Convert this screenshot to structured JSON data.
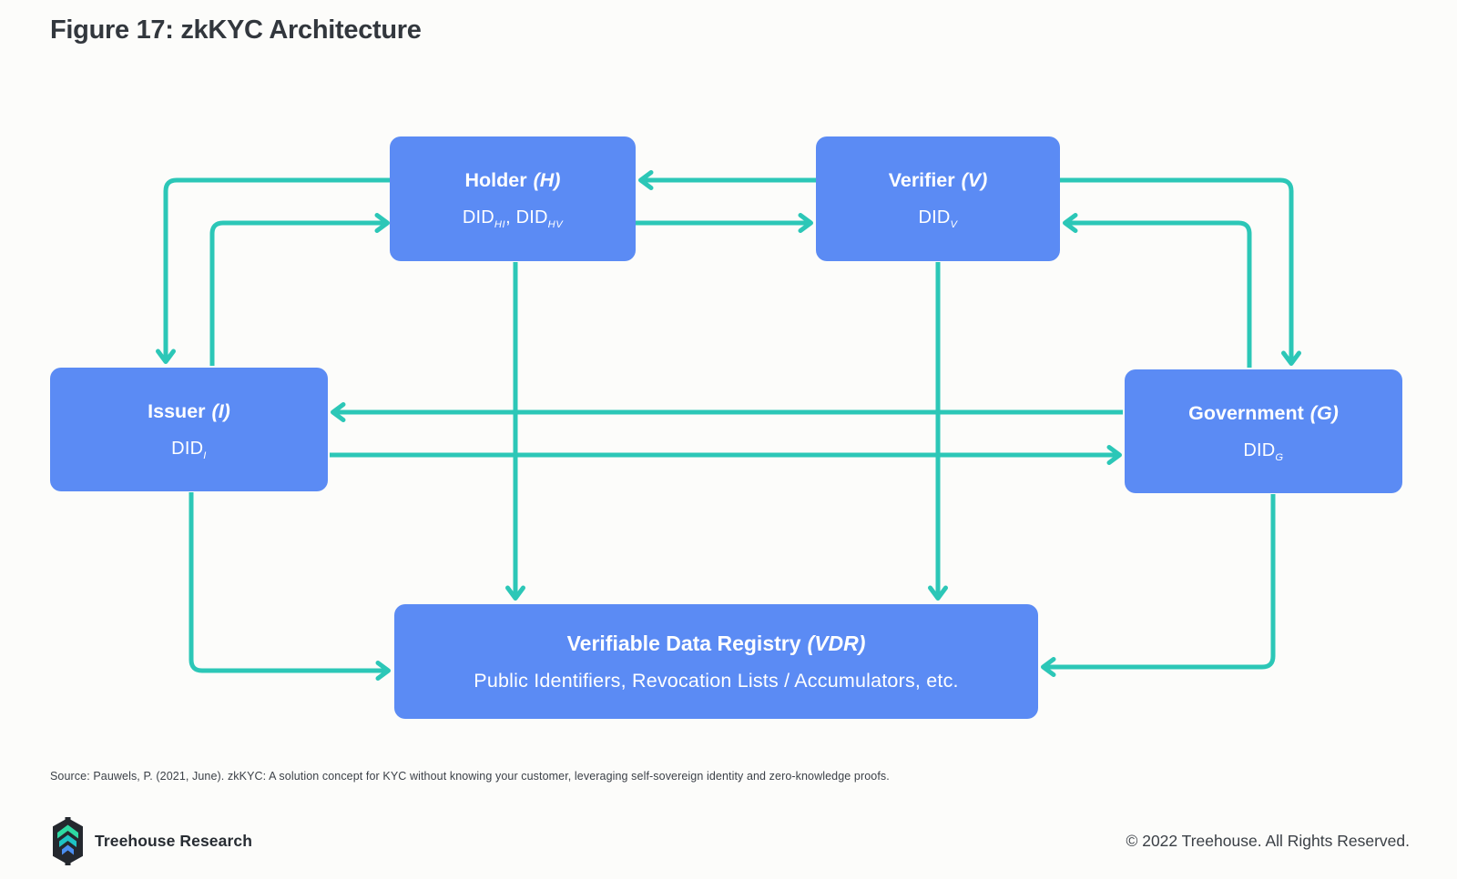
{
  "page": {
    "title": "Figure 17: zkKYC Architecture"
  },
  "colors": {
    "bg": "#fcfcfa",
    "ink": "#32373d",
    "blue": "#5b8bf4",
    "teal": "#2cc7b7"
  },
  "diagram": {
    "nodes": {
      "holder": {
        "name": "Holder",
        "abbrev": "(H)",
        "subtitle_segments": [
          {
            "t": "DID"
          },
          {
            "sub": "HI"
          },
          {
            "t": ", DID"
          },
          {
            "sub": "HV"
          }
        ]
      },
      "verifier": {
        "name": "Verifier",
        "abbrev": "(V)",
        "subtitle_segments": [
          {
            "t": "DID"
          },
          {
            "sub": "V"
          }
        ]
      },
      "issuer": {
        "name": "Issuer",
        "abbrev": "(I)",
        "subtitle_segments": [
          {
            "t": "DID"
          },
          {
            "sub": "I"
          }
        ]
      },
      "government": {
        "name": "Government",
        "abbrev": "(G)",
        "subtitle_segments": [
          {
            "t": "DID"
          },
          {
            "sub": "G"
          }
        ]
      },
      "vdr": {
        "name": "Verifiable Data Registry",
        "abbrev": "(VDR)",
        "subtitle_segments": [
          {
            "t": "Public Identifiers, Revocation Lists / Accumulators, etc."
          }
        ]
      }
    },
    "connections": [
      {
        "from": "Holder",
        "to": "Issuer"
      },
      {
        "from": "Issuer",
        "to": "Holder"
      },
      {
        "from": "Verifier",
        "to": "Holder"
      },
      {
        "from": "Holder",
        "to": "Verifier"
      },
      {
        "from": "Verifier",
        "to": "Government"
      },
      {
        "from": "Government",
        "to": "Verifier"
      },
      {
        "from": "Government",
        "to": "Issuer"
      },
      {
        "from": "Issuer",
        "to": "Government"
      },
      {
        "from": "Holder",
        "to": "VDR"
      },
      {
        "from": "Verifier",
        "to": "VDR"
      },
      {
        "from": "Issuer",
        "to": "VDR"
      },
      {
        "from": "Government",
        "to": "VDR"
      }
    ]
  },
  "source_note": "Source: Pauwels, P. (2021, June). zkKYC: A solution concept for KYC without knowing your customer, leveraging self-sovereign identity and zero-knowledge proofs.",
  "footer": {
    "brand": "Treehouse Research",
    "copyright": "© 2022 Treehouse. All Rights Reserved."
  }
}
